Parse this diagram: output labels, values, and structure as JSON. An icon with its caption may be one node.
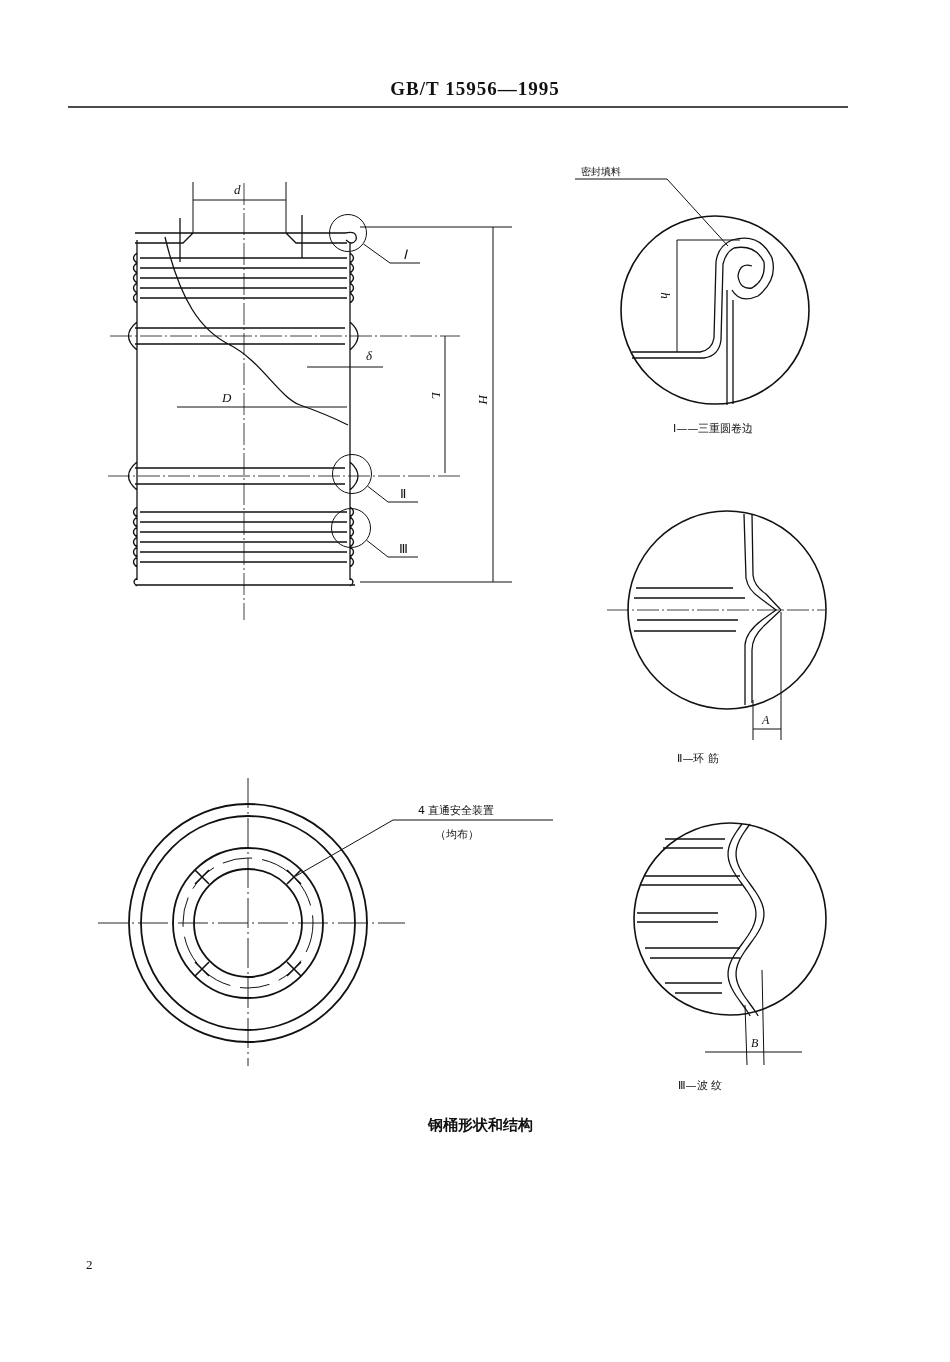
{
  "diagram": {
    "title": "GB/T 15956—1995",
    "caption": "钢桶形状和结构",
    "nodes": [
      {
        "text": [
          "Ⅰ"
        ]
      },
      {
        "text": [],
        "shape": "circle"
      },
      {
        "text": [
          "Ⅱ"
        ]
      },
      {
        "text": [],
        "shape": "circle"
      },
      {
        "text": [
          "Ⅲ"
        ]
      },
      {
        "text": [],
        "shape": "circle"
      },
      {
        "text": [
          "密封填料"
        ]
      },
      {
        "text": [
          "4 直通安全装置",
          "（均布）"
        ]
      }
    ],
    "edges": [
      {
        "from": 0,
        "to": 1,
        "arrow": "none"
      },
      {
        "from": 2,
        "to": 3,
        "arrow": "none"
      },
      {
        "from": 4,
        "to": 5,
        "arrow": "none"
      },
      {
        "from": 6,
        "to": null,
        "arrow": "none"
      },
      {
        "from": 7,
        "to": null,
        "arrow": "none"
      }
    ],
    "labels": [
      "d",
      "δ",
      "D",
      "L",
      "H",
      "h",
      "Ⅰ——三重圆卷边",
      "A",
      "Ⅱ—环 筋",
      "B",
      "Ⅲ—波 纹",
      "2"
    ]
  }
}
